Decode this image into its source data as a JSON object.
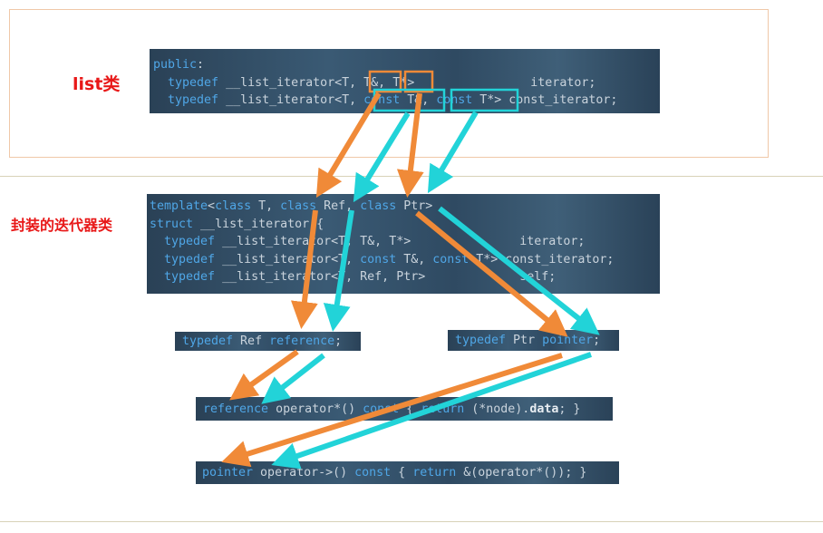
{
  "labels": {
    "list_class": "list类",
    "iterator_class": "封装的迭代器类"
  },
  "list_code": [
    [
      [
        "kw",
        "public"
      ],
      [
        "pl",
        ":"
      ]
    ],
    [
      [
        "pl",
        "  "
      ],
      [
        "kw",
        "typedef"
      ],
      [
        "pl",
        " __list_iterator<T, T&, T*>                iterator;"
      ]
    ],
    [
      [
        "pl",
        "  "
      ],
      [
        "kw",
        "typedef"
      ],
      [
        "pl",
        " __list_iterator<T, "
      ],
      [
        "kw",
        "const"
      ],
      [
        "pl",
        " T&, "
      ],
      [
        "kw",
        "const"
      ],
      [
        "pl",
        " T*> const_iterator;"
      ]
    ]
  ],
  "iter_code": [
    [
      [
        "kw",
        "template"
      ],
      [
        "pl",
        "<"
      ],
      [
        "kw",
        "class"
      ],
      [
        "pl",
        " T, "
      ],
      [
        "kw",
        "class"
      ],
      [
        "pl",
        " Ref, "
      ],
      [
        "kw",
        "class"
      ],
      [
        "pl",
        " Ptr>"
      ]
    ],
    [
      [
        "kw",
        "struct"
      ],
      [
        "pl",
        " __list_iterator {"
      ]
    ],
    [
      [
        "pl",
        "  "
      ],
      [
        "kw",
        "typedef"
      ],
      [
        "pl",
        " __list_iterator<T, T&, T*>               iterator;"
      ]
    ],
    [
      [
        "pl",
        "  "
      ],
      [
        "kw",
        "typedef"
      ],
      [
        "pl",
        " __list_iterator<T, "
      ],
      [
        "kw",
        "const"
      ],
      [
        "pl",
        " T&, "
      ],
      [
        "kw",
        "const"
      ],
      [
        "pl",
        " T*> const_iterator;"
      ]
    ],
    [
      [
        "pl",
        "  "
      ],
      [
        "kw",
        "typedef"
      ],
      [
        "pl",
        " __list_iterator<T, Ref, Ptr>             self;"
      ]
    ]
  ],
  "ref_typedef": [
    [
      [
        "kw",
        "typedef"
      ],
      [
        "pl",
        " Ref "
      ],
      [
        "kw",
        "reference"
      ],
      [
        "pl",
        ";"
      ]
    ]
  ],
  "ptr_typedef": [
    [
      [
        "kw",
        "typedef"
      ],
      [
        "pl",
        " Ptr "
      ],
      [
        "kw",
        "pointer"
      ],
      [
        "pl",
        ";"
      ]
    ]
  ],
  "deref_op": [
    [
      [
        "kw",
        "reference"
      ],
      [
        "pl",
        " operator*() "
      ],
      [
        "kw",
        "const"
      ],
      [
        "pl",
        " { "
      ],
      [
        "kw",
        "return"
      ],
      [
        "pl",
        " (*node)."
      ],
      [
        "wt",
        "data"
      ],
      [
        "pl",
        "; }"
      ]
    ]
  ],
  "arrow_op": [
    [
      [
        "kw",
        "pointer"
      ],
      [
        "pl",
        " operator->() "
      ],
      [
        "kw",
        "const"
      ],
      [
        "pl",
        " { "
      ],
      [
        "kw",
        "return"
      ],
      [
        "pl",
        " &(operator*()); }"
      ]
    ]
  ],
  "colors": {
    "orange": "#f08a38",
    "cyan": "#22d3d8",
    "red_label": "#e81818",
    "keyword": "#4fa6e6"
  }
}
